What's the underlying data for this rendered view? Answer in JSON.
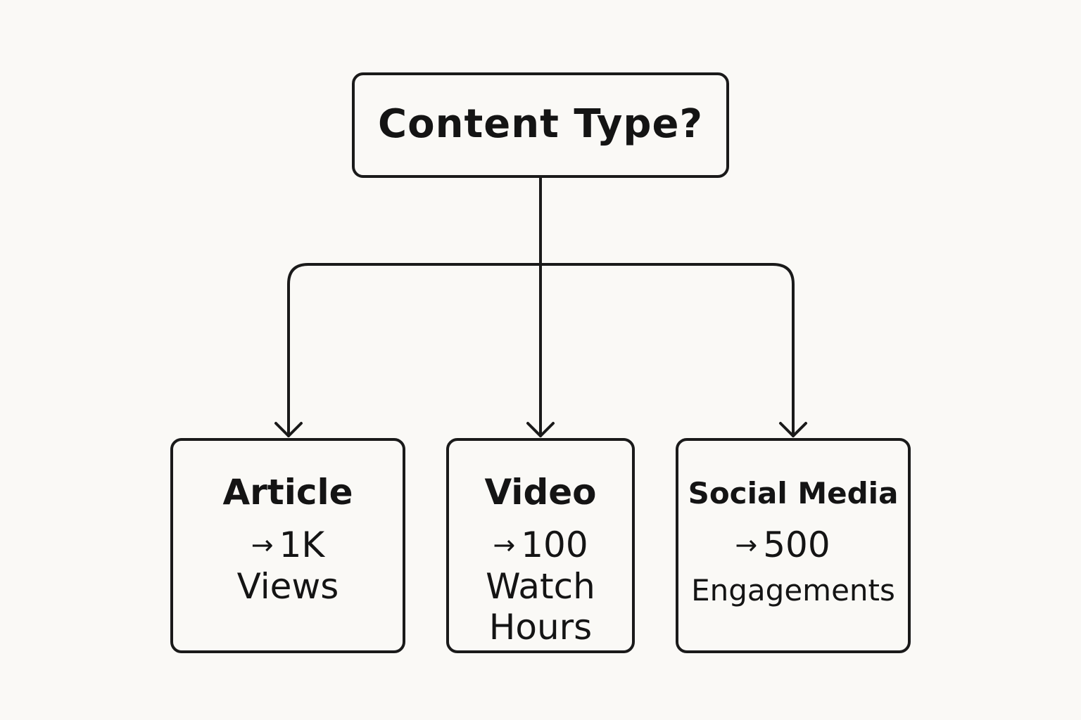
{
  "diagram": {
    "root": {
      "label": "Content Type?"
    },
    "branches": [
      {
        "title": "Article",
        "arrow": "→",
        "value": "1K",
        "metric": "Views"
      },
      {
        "title": "Video",
        "arrow": "→",
        "value": "100",
        "metric": "Watch Hours"
      },
      {
        "title": "Social Media",
        "arrow": "→",
        "value": "500",
        "metric": "Engagements"
      }
    ],
    "colors": {
      "background": "#faf9f6",
      "stroke": "#1a1a1a",
      "text": "#141414"
    }
  }
}
